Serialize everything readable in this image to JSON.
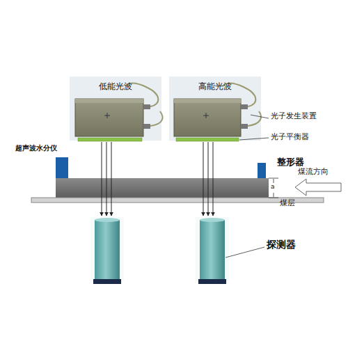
{
  "diagram": {
    "nodes": [
      {
        "text": [
          "低能光波"
        ]
      },
      {
        "text": [
          "高能光波"
        ]
      }
    ],
    "labels": [
      "光子发生装置",
      "光子平衡器",
      "超声波水分仪",
      "整形器",
      "煤流方向",
      "a",
      "煤层",
      "探测器"
    ]
  }
}
